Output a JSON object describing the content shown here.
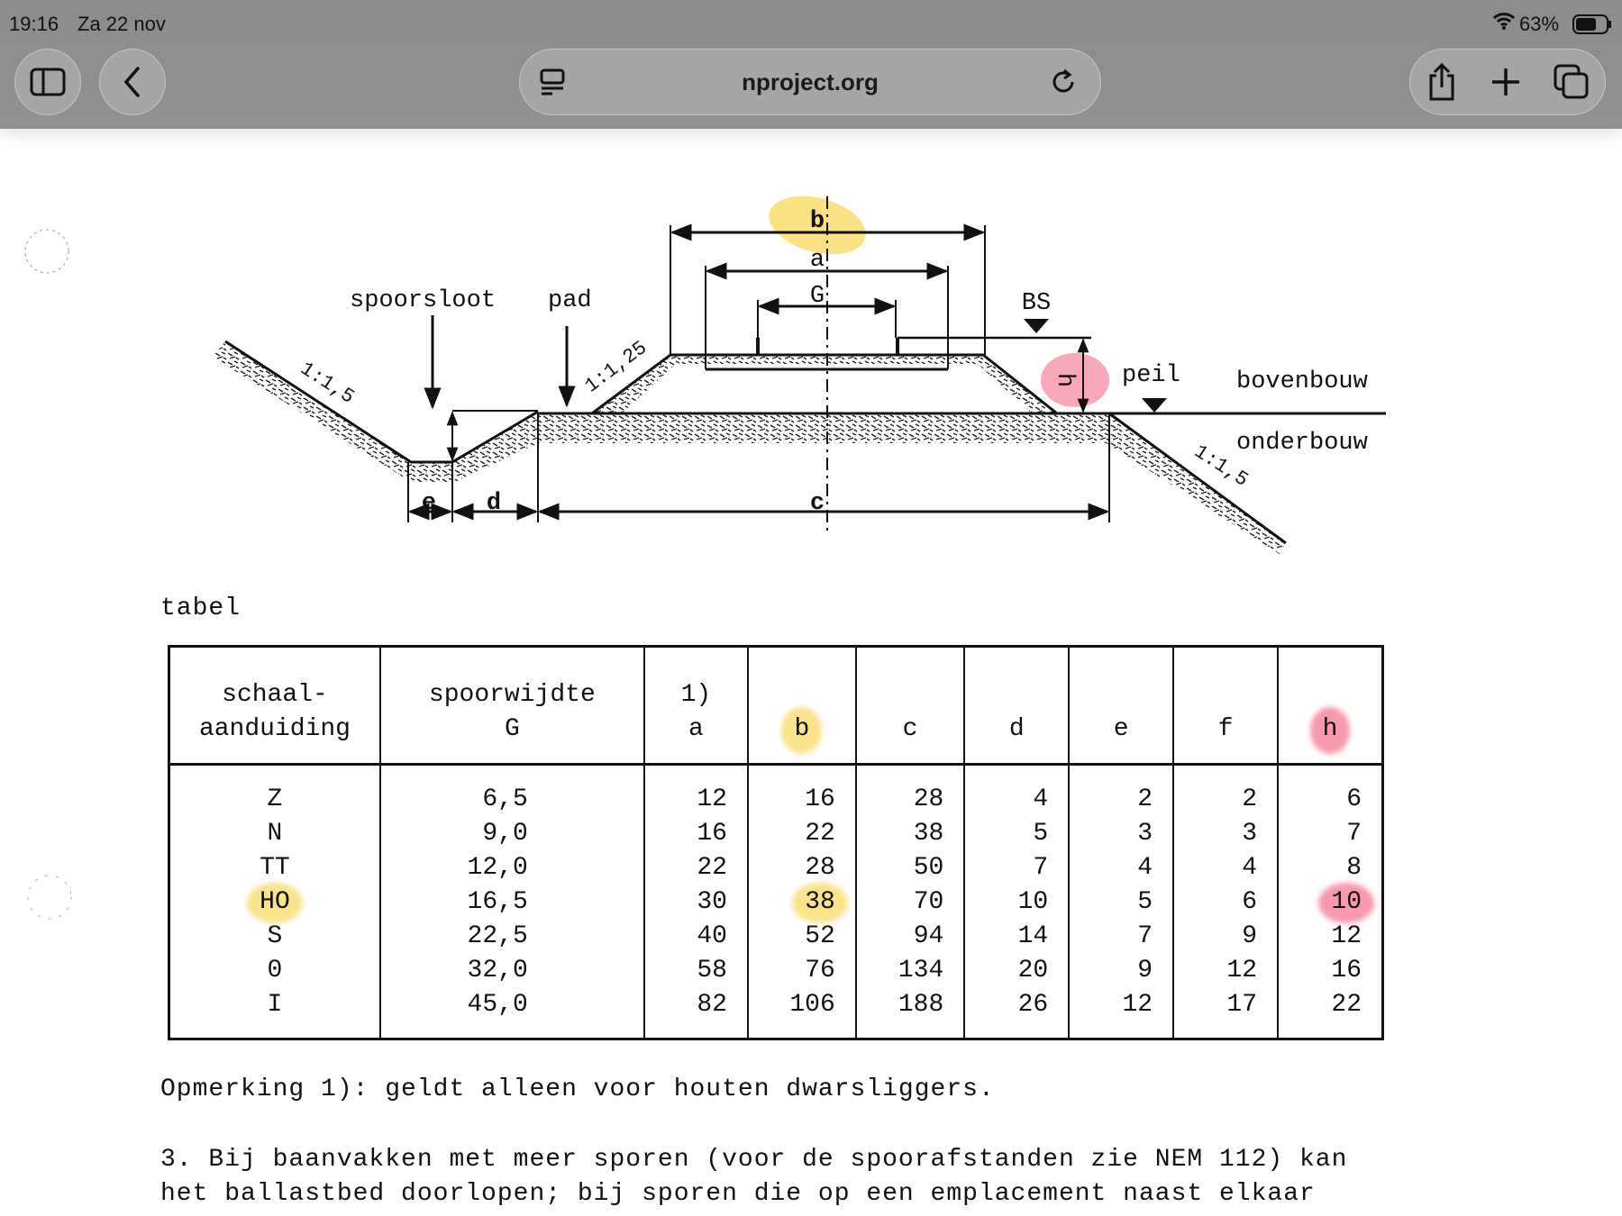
{
  "status_bar": {
    "time": "19:16",
    "date": "Za 22 nov",
    "battery": "63%"
  },
  "browser": {
    "url": "nproject.org",
    "icons": [
      "sidebar-icon",
      "back-icon",
      "page-menu-icon",
      "reload-icon",
      "share-icon",
      "new-tab-icon",
      "tabs-icon"
    ]
  },
  "diagram": {
    "labels": {
      "b": "b",
      "a": "a",
      "G": "G",
      "BS": "BS",
      "spoorsloot": "spoorsloot",
      "pad": "pad",
      "peil": "peil",
      "bovenbouw": "bovenbouw",
      "onderbouw": "onderbouw",
      "h": "h",
      "c": "c",
      "d": "d",
      "e": "e",
      "slope_left": "1:1,5",
      "slope_ballast": "1:1,25",
      "slope_right": "1:1,5"
    },
    "highlight_colors": {
      "yellow": "#f8d75a",
      "red": "#f56e8c"
    }
  },
  "table_caption": "tabel",
  "table": {
    "headers": [
      [
        "schaal-",
        "aanduiding"
      ],
      [
        "spoorwijdte",
        "G"
      ],
      [
        "1)",
        "a"
      ],
      [
        "",
        "b"
      ],
      [
        "",
        "c"
      ],
      [
        "",
        "d"
      ],
      [
        "",
        "e"
      ],
      [
        "",
        "f"
      ],
      [
        "",
        "h"
      ]
    ],
    "rows": [
      [
        "Z",
        "6,5",
        "12",
        "16",
        "28",
        "4",
        "2",
        "2",
        "6"
      ],
      [
        "N",
        "9,0",
        "16",
        "22",
        "38",
        "5",
        "3",
        "3",
        "7"
      ],
      [
        "TT",
        "12,0",
        "22",
        "28",
        "50",
        "7",
        "4",
        "4",
        "8"
      ],
      [
        "HO",
        "16,5",
        "30",
        "38",
        "70",
        "10",
        "5",
        "6",
        "10"
      ],
      [
        "S",
        "22,5",
        "40",
        "52",
        "94",
        "14",
        "7",
        "9",
        "12"
      ],
      [
        "0",
        "32,0",
        "58",
        "76",
        "134",
        "20",
        "9",
        "12",
        "16"
      ],
      [
        "I",
        "45,0",
        "82",
        "106",
        "188",
        "26",
        "12",
        "17",
        "22"
      ]
    ]
  },
  "remark": "Opmerking 1): geldt alleen voor houten dwarsliggers.",
  "paragraph": [
    "3. Bij baanvakken met meer sporen (voor de spoorafstanden zie NEM 112) kan",
    "het ballastbed doorlopen; bij sporen die op een emplacement naast elkaar"
  ]
}
